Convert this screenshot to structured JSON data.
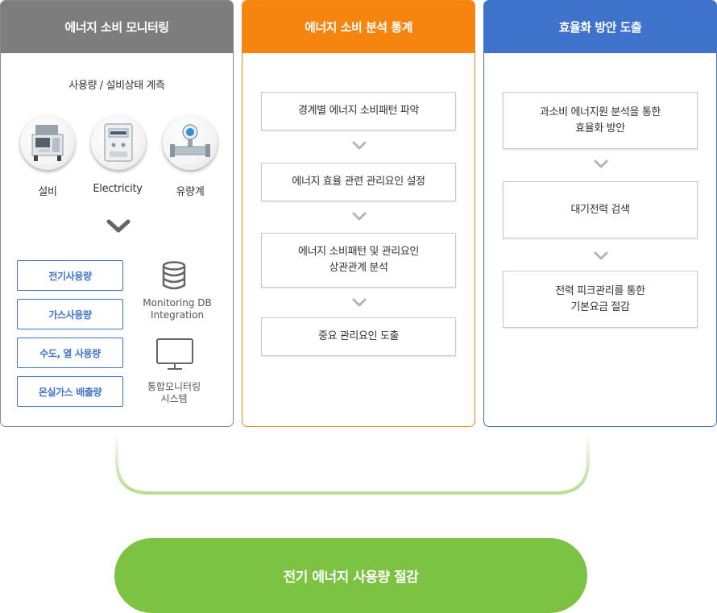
{
  "monitoring": {
    "title": "에너지 소비 모니터링",
    "subtitle": "사용량 / 설비상태 계측",
    "devices": [
      {
        "label": "설비",
        "icon": "machine-icon"
      },
      {
        "label": "Electricity",
        "icon": "electric-meter-icon"
      },
      {
        "label": "유량계",
        "icon": "flow-meter-icon"
      }
    ],
    "metrics": [
      "전기사용량",
      "가스사용량",
      "수도, 열 사용량",
      "온실가스 배출량"
    ],
    "db_label_line1": "Monitoring DB",
    "db_label_line2": "Integration",
    "system_label_line1": "통합모니터링",
    "system_label_line2": "시스템"
  },
  "analysis": {
    "title": "에너지 소비 분석 통계",
    "steps": [
      {
        "lines": [
          "경계별 에너지 소비패턴 파악"
        ]
      },
      {
        "lines": [
          "에너지 효율 관련 관리요인 설정"
        ]
      },
      {
        "lines": [
          "에너지 소비패턴 및 관리요인",
          "상관관계 분석"
        ]
      },
      {
        "lines": [
          "중요 관리요인 도출"
        ]
      }
    ]
  },
  "efficiency": {
    "title": "효율화 방안 도출",
    "steps": [
      {
        "lines": [
          "과소비 에너지원 분석을 통한",
          "효율화 방안"
        ]
      },
      {
        "lines": [
          "대기전력 검색"
        ]
      },
      {
        "lines": [
          "전력 피크관리를 통한",
          "기본요금 절감"
        ]
      }
    ]
  },
  "result": {
    "label": "전기 에너지 사용량 절감"
  },
  "colors": {
    "monitor_header": "#7d7d7d",
    "analysis_header": "#f6850f",
    "efficiency_header": "#3f73cb",
    "metric_border": "#3f73cb",
    "result_fill": "#7dc343"
  }
}
